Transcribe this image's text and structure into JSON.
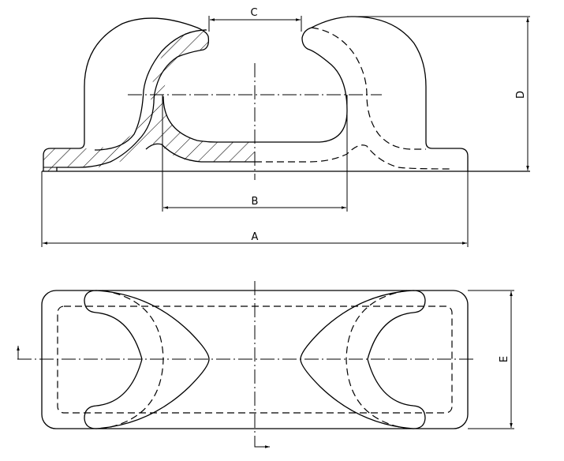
{
  "drawing": {
    "title": "Fairlead / cleat technical drawing",
    "views": [
      "section view (top)",
      "plan view (bottom)"
    ],
    "line_color": "#000000",
    "background": "#ffffff"
  },
  "dimensions": {
    "A": {
      "label": "A",
      "description": "overall length"
    },
    "B": {
      "label": "B",
      "description": "inner opening width"
    },
    "C": {
      "label": "C",
      "description": "throat gap"
    },
    "D": {
      "label": "D",
      "description": "overall height"
    },
    "E": {
      "label": "E",
      "description": "overall width"
    }
  },
  "section_markers": {
    "left_arrow": "arrow-up",
    "bottom_arrow": "arrow-right"
  }
}
